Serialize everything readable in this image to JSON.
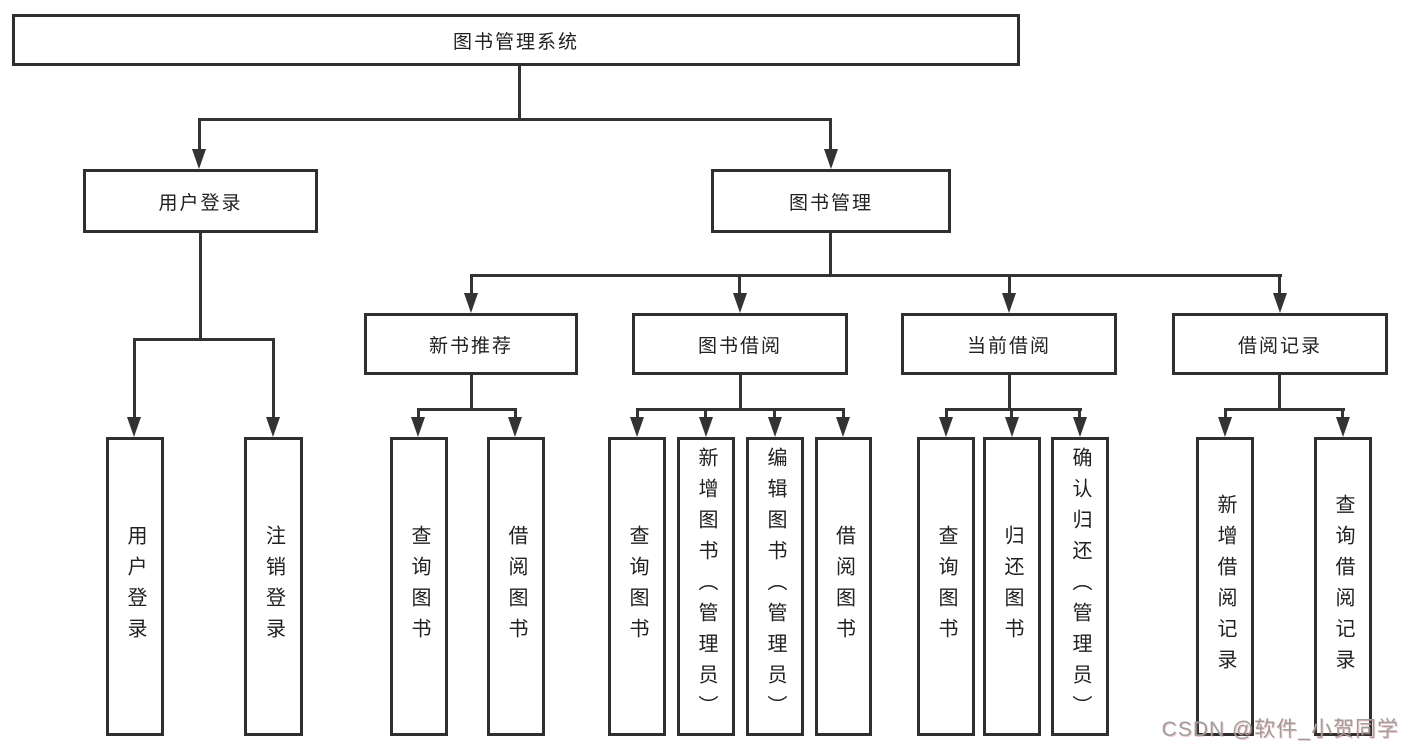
{
  "diagram": {
    "title": "图书管理系统",
    "branches": [
      {
        "label": "用户登录",
        "children": [
          {
            "label": "用户登录"
          },
          {
            "label": "注销登录"
          }
        ]
      },
      {
        "label": "图书管理",
        "children": [
          {
            "label": "新书推荐",
            "children": [
              {
                "label": "查询图书"
              },
              {
                "label": "借阅图书"
              }
            ]
          },
          {
            "label": "图书借阅",
            "children": [
              {
                "label": "查询图书"
              },
              {
                "label": "新增图书（管理员）"
              },
              {
                "label": "编辑图书（管理员）"
              },
              {
                "label": "借阅图书"
              }
            ]
          },
          {
            "label": "当前借阅",
            "children": [
              {
                "label": "查询图书"
              },
              {
                "label": "归还图书"
              },
              {
                "label": "确认归还（管理员）"
              }
            ]
          },
          {
            "label": "借阅记录",
            "children": [
              {
                "label": "新增借阅记录"
              },
              {
                "label": "查询借阅记录"
              }
            ]
          }
        ]
      }
    ]
  },
  "watermark": {
    "text": "CSDN @软件_小贺同学"
  },
  "colors": {
    "line": "#333333",
    "box_border": "#2f2f2f",
    "text": "#212121",
    "watermark_text": "#9e9e9e",
    "background": "#ffffff"
  }
}
